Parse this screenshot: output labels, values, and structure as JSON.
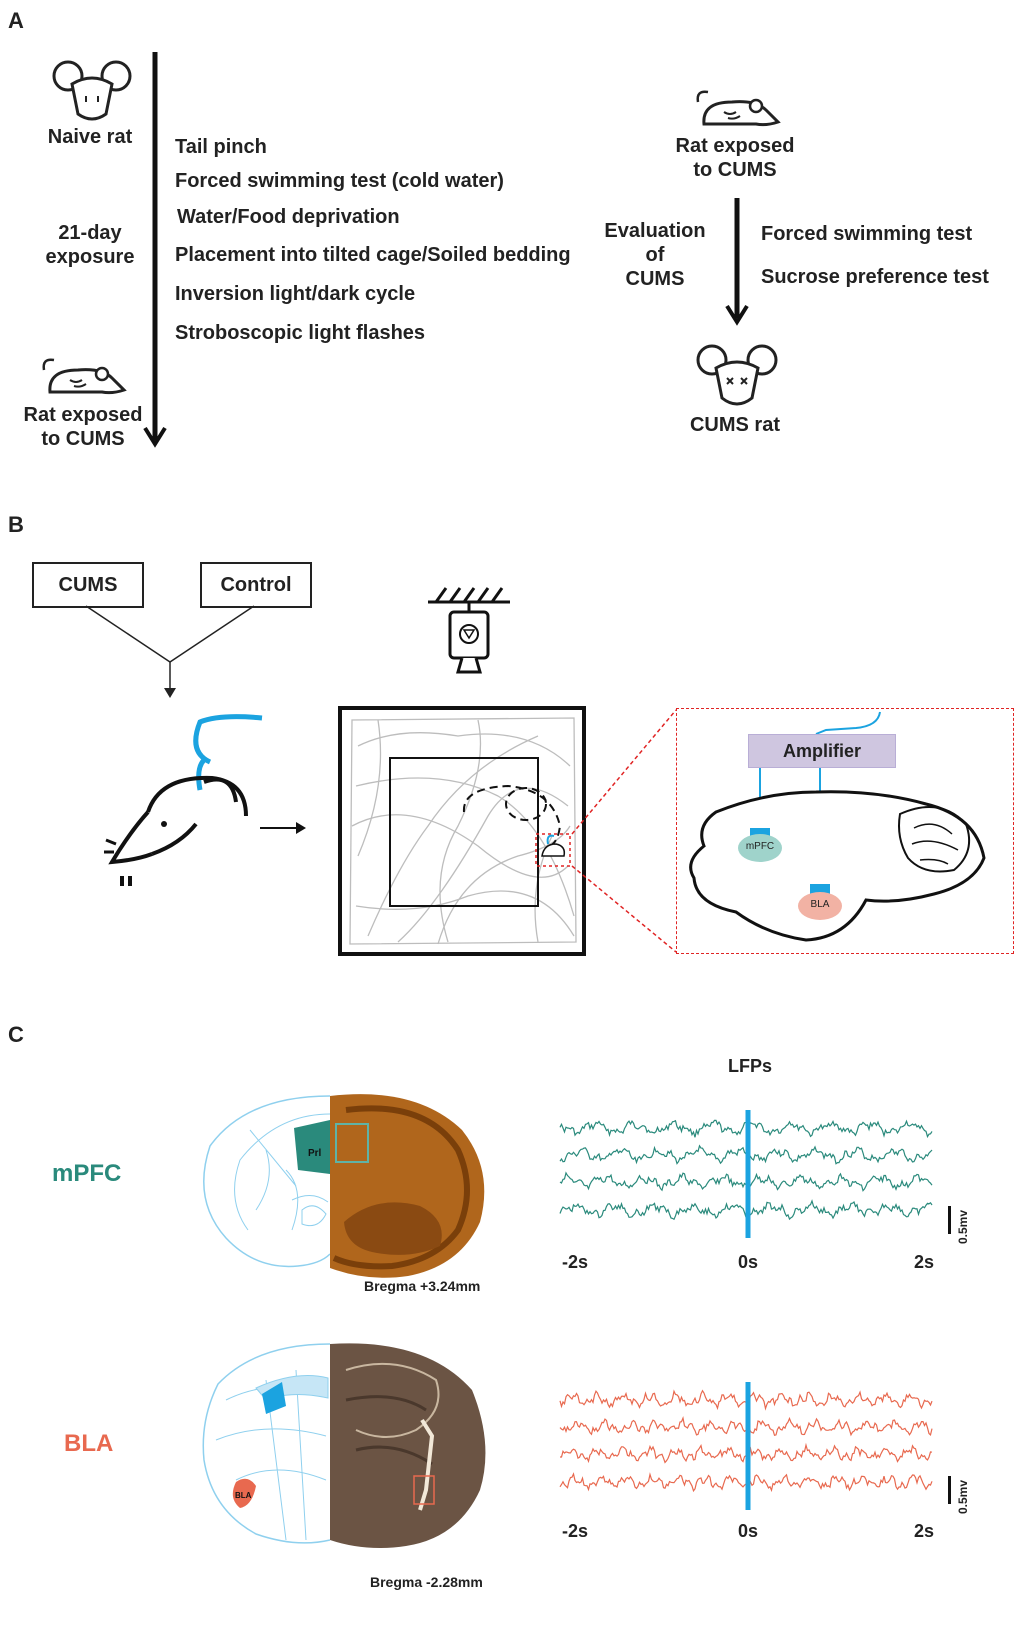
{
  "panel_a": {
    "label": "A",
    "naive_rat": "Naive rat",
    "exposure_line1": "21-day",
    "exposure_line2": "exposure",
    "rat_exposed_line1": "Rat exposed",
    "rat_exposed_line2": "to CUMS",
    "stressors": [
      "Tail pinch",
      "Forced swimming test (cold water)",
      "Water/Food deprivation",
      "Placement into tilted cage/Soiled bedding",
      "Inversion light/dark cycle",
      "Stroboscopic light flashes"
    ],
    "right_rat_line1": "Rat exposed",
    "right_rat_line2": "to CUMS",
    "evaluation_line1": "Evaluation",
    "evaluation_line2": "of",
    "evaluation_line3": "CUMS",
    "tests": [
      "Forced swimming test",
      "Sucrose preference test"
    ],
    "cums_rat": "CUMS rat"
  },
  "panel_b": {
    "label": "B",
    "group_cums": "CUMS",
    "group_control": "Control",
    "amplifier": "Amplifier",
    "mpfc": "mPFC",
    "bla": "BLA"
  },
  "panel_c": {
    "label": "C",
    "lfps_title": "LFPs",
    "mpfc_label": "mPFC",
    "bla_label": "BLA",
    "prl": "Prl",
    "bla_small": "BLA",
    "bregma_mpfc": "Bregma +3.24mm",
    "bregma_bla": "Bregma -2.28mm",
    "time_ticks": [
      "-2s",
      "0s",
      "2s"
    ],
    "scale_bar": "0.5mv",
    "colors": {
      "mpfc": "#2a8a7c",
      "bla": "#e8694f",
      "marker": "#1ba3e0",
      "atlas": "#5bbfe8"
    }
  }
}
